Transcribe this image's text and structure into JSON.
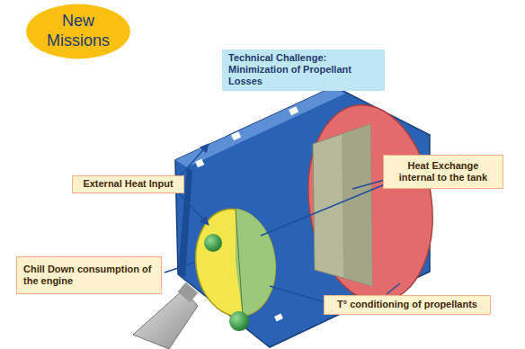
{
  "diagram": {
    "nodes": [
      {
        "text": [
          "New Missions"
        ]
      },
      {
        "text": [
          "Technical Challenge: Minimization of Propellant Losses"
        ]
      },
      {
        "text": [
          "External Heat Input"
        ]
      },
      {
        "text": [
          "Heat Exchange internal to the tank"
        ]
      },
      {
        "text": [
          "Chill Down consumption of the engine"
        ]
      },
      {
        "text": [
          "T° conditioning of propellants"
        ]
      }
    ],
    "edges": []
  }
}
